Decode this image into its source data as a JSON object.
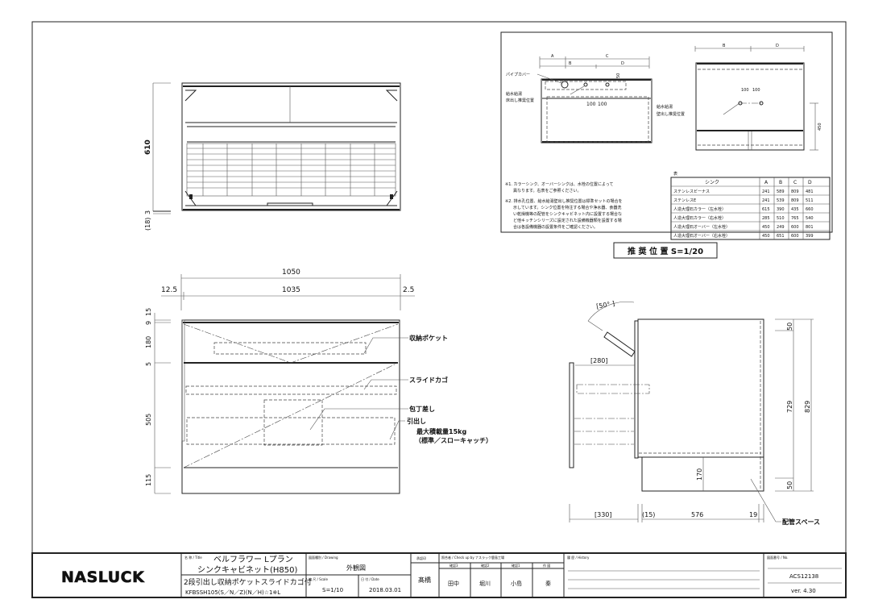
{
  "plan_view": {
    "dim_610": "610",
    "dim_3": "3",
    "dim_18": "(18)"
  },
  "front_view": {
    "dim_1050": "1050",
    "dim_1035": "1035",
    "dim_12_5": "12.5",
    "dim_2_5": "2.5",
    "dim_15": "15",
    "dim_9": "9",
    "dim_180": "180",
    "dim_5": "5",
    "dim_505": "505",
    "dim_115": "115",
    "label_pocket": "収納ポケット",
    "label_slide_basket": "スライドカゴ",
    "label_knife_holder": "包丁差し",
    "label_drawer": "引出し",
    "label_max_load": "最大積載量15kg",
    "label_catch": "（標準／スローキャッチ）"
  },
  "side_view": {
    "angle": "[50° ]",
    "dim_280": "[280]",
    "dim_50_top": "50",
    "dim_729": "729",
    "dim_829": "829",
    "dim_50_bottom": "50",
    "dim_170": "170",
    "dim_330": "[330]",
    "dim_15": "(15)",
    "dim_576": "576",
    "dim_19": "19",
    "label_piping": "配管スペース"
  },
  "recommended": {
    "top_A": "A",
    "top_B": "B",
    "top_C": "C",
    "top_D": "D",
    "top_50": "50",
    "pipe_cover": "パイプカバー",
    "floor_supply_1": "給水給湯",
    "floor_supply_2": "床出し推奨位置",
    "dim_100a": "100",
    "dim_100b": "100",
    "side_B": "B",
    "side_D": "D",
    "side_100a": "100",
    "side_100b": "100",
    "wall_supply_1": "給水給湯",
    "wall_supply_2": "壁出し推奨位置",
    "dim_450": "450",
    "note1_line1": "※1. カラーシンク、オーバーシンクは、水栓の位置によって",
    "note1_line2": "異なります。右表をご参照ください。",
    "note2_line1": "※2. 排水孔位置、給水給湯壁出し推奨位置は標準セットの場合を",
    "note2_line2": "示しています。シンク位置を特注する場合や浄水器、食器洗",
    "note2_line3": "い乾燥機等の配管をシンクキャビネット内に設置する場合な",
    "note2_line4": "ど他キッチンシリーズに設定された設備機器類を設置する場",
    "note2_line5": "合は各設備機器の設置条件をご確認ください。",
    "table_title": "表",
    "table_headers": [
      "シンク",
      "A",
      "B",
      "C",
      "D"
    ],
    "table_rows": [
      [
        "ステンレスビーナス",
        "241",
        "589",
        "809",
        "481"
      ],
      [
        "ステンレスE",
        "241",
        "539",
        "809",
        "511"
      ],
      [
        "人造大理石カラー（左水栓）",
        "615",
        "390",
        "435",
        "660"
      ],
      [
        "人造大理石カラー（右水栓）",
        "285",
        "510",
        "765",
        "540"
      ],
      [
        "人造大理石オーバー（左水栓）",
        "450",
        "249",
        "600",
        "801"
      ],
      [
        "人造大理石オーバー（右水栓）",
        "450",
        "651",
        "600",
        "399"
      ]
    ],
    "caption": "推 奨 位 置  S=1/20"
  },
  "title_block": {
    "logo": "NASLUCK",
    "title_label": "名 称 / Title",
    "title_line1": "ベルフラワー  Lプラン",
    "title_line2": "シンクキャビネット(H850)",
    "title_line3": "2段引出し収納ポケットスライドカゴ付",
    "title_line4": "KFBSSH105(S／N／Z)(N／H)☆1※L",
    "drawing_label": "図面種別 / Drawing",
    "drawing_value": "外観図",
    "scale_label": "縮 尺 / Scale",
    "scale_value": "S=1/10",
    "date_label": "日 付 / Date",
    "date_value": "2018.03.01",
    "approval_label": "承認印",
    "approval_value": "髙橋",
    "check_label": "照合者 / Check up by ナスラック鹿島工場",
    "check_headers": [
      "確認3",
      "確認2",
      "確認1",
      "作 図"
    ],
    "check_values": [
      "田中",
      "堀川",
      "小島",
      "秦"
    ],
    "history_label": "履 歴 / History",
    "number_label": "図面番号 / No.",
    "number_value": "ACS12138",
    "version": "ver. 4.30"
  }
}
